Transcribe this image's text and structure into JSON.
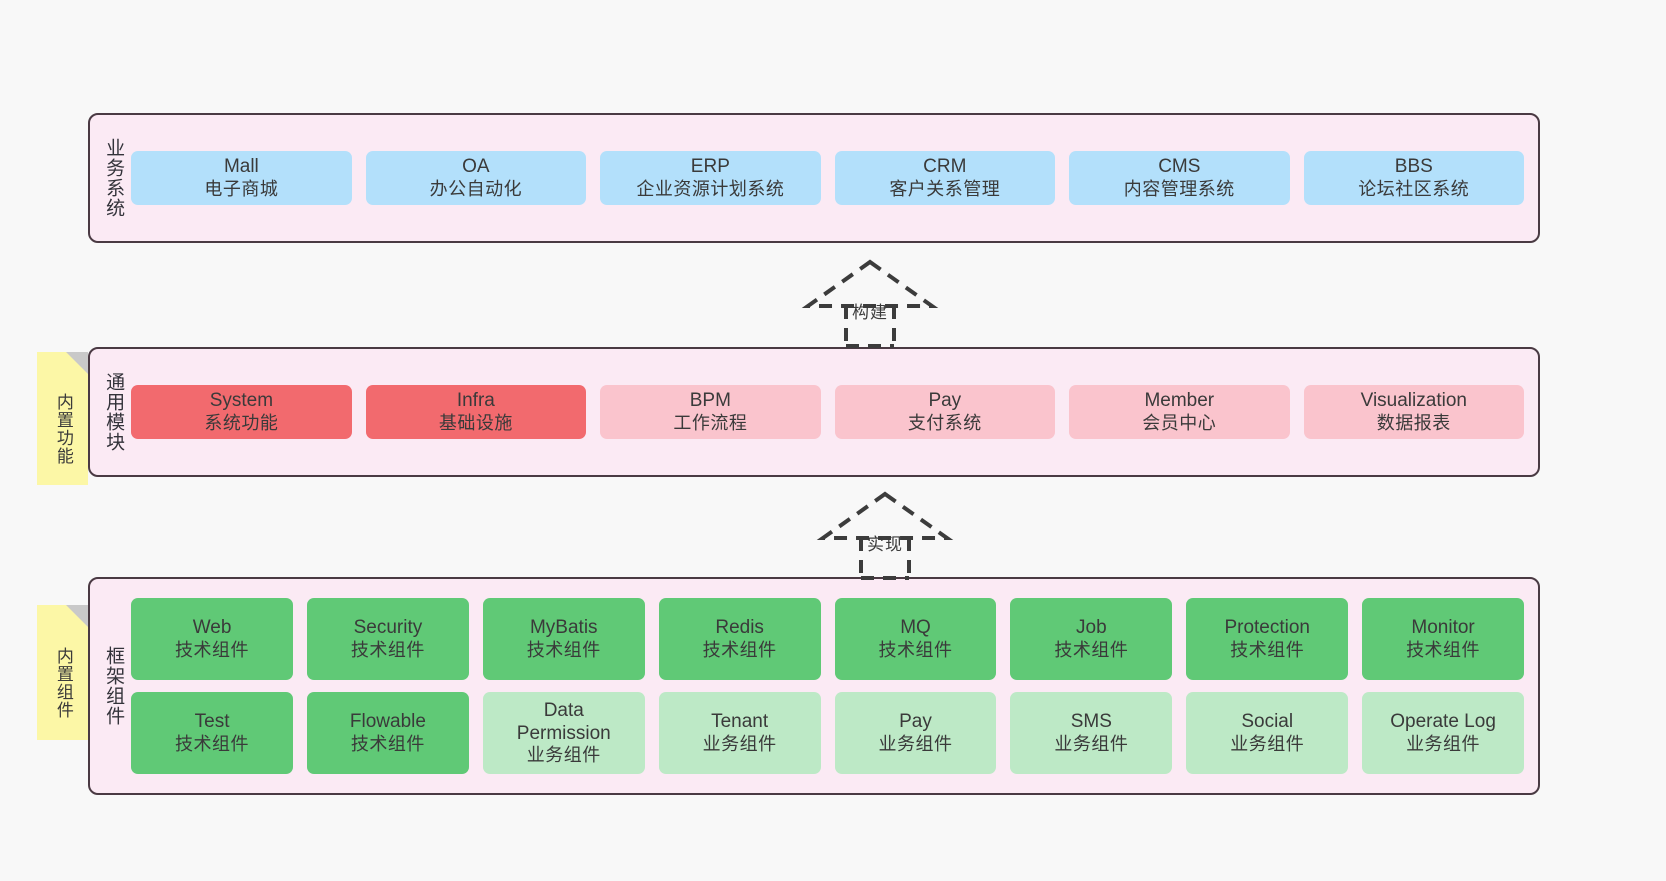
{
  "diagram": {
    "title": "",
    "background_color": "#f8f8f8",
    "layer_fill": "#fbeaf4",
    "layer_border": "#4a3a43",
    "sticky_fill": "#fcf7a6",
    "sticky_fold": "#c9c9c9"
  },
  "layers": [
    {
      "id": "business-systems",
      "caption": "业务系统",
      "rows": [
        {
          "nodes": [
            {
              "title": "Mall",
              "sub": "电子商城",
              "color": "#b3e0fb",
              "style": "n-blue"
            },
            {
              "title": "OA",
              "sub": "办公自动化",
              "color": "#b3e0fb",
              "style": "n-blue"
            },
            {
              "title": "ERP",
              "sub": "企业资源计划系统",
              "color": "#b3e0fb",
              "style": "n-blue"
            },
            {
              "title": "CRM",
              "sub": "客户关系管理",
              "color": "#b3e0fb",
              "style": "n-blue"
            },
            {
              "title": "CMS",
              "sub": "内容管理系统",
              "color": "#b3e0fb",
              "style": "n-blue"
            },
            {
              "title": "BBS",
              "sub": "论坛社区系统",
              "color": "#b3e0fb",
              "style": "n-blue"
            }
          ]
        }
      ]
    },
    {
      "id": "common-modules",
      "caption": "通用模块",
      "sticky": "内置功能",
      "rows": [
        {
          "nodes": [
            {
              "title": "System",
              "sub": "系统功能",
              "color": "#f26a6e",
              "style": "n-red"
            },
            {
              "title": "Infra",
              "sub": "基础设施",
              "color": "#f26a6e",
              "style": "n-red"
            },
            {
              "title": "BPM",
              "sub": "工作流程",
              "color": "#fac4cd",
              "style": "n-pink"
            },
            {
              "title": "Pay",
              "sub": "支付系统",
              "color": "#fac4cd",
              "style": "n-pink"
            },
            {
              "title": "Member",
              "sub": "会员中心",
              "color": "#fac4cd",
              "style": "n-pink"
            },
            {
              "title": "Visualization",
              "sub": "数据报表",
              "color": "#fac4cd",
              "style": "n-pink"
            }
          ]
        }
      ]
    },
    {
      "id": "framework-components",
      "caption": "框架组件",
      "sticky": "内置组件",
      "rows": [
        {
          "nodes": [
            {
              "title": "Web",
              "sub": "技术组件",
              "color": "#60c976",
              "style": "n-green"
            },
            {
              "title": "Security",
              "sub": "技术组件",
              "color": "#60c976",
              "style": "n-green"
            },
            {
              "title": "MyBatis",
              "sub": "技术组件",
              "color": "#60c976",
              "style": "n-green"
            },
            {
              "title": "Redis",
              "sub": "技术组件",
              "color": "#60c976",
              "style": "n-green"
            },
            {
              "title": "MQ",
              "sub": "技术组件",
              "color": "#60c976",
              "style": "n-green"
            },
            {
              "title": "Job",
              "sub": "技术组件",
              "color": "#60c976",
              "style": "n-green"
            },
            {
              "title": "Protection",
              "sub": "技术组件",
              "color": "#60c976",
              "style": "n-green"
            },
            {
              "title": "Monitor",
              "sub": "技术组件",
              "color": "#60c976",
              "style": "n-green"
            }
          ]
        },
        {
          "nodes": [
            {
              "title": "Test",
              "sub": "技术组件",
              "color": "#60c976",
              "style": "n-green"
            },
            {
              "title": "Flowable",
              "sub": "技术组件",
              "color": "#60c976",
              "style": "n-green"
            },
            {
              "title": "Data\nPermission",
              "sub": "业务组件",
              "color": "#bde9c6",
              "style": "n-lightgreen"
            },
            {
              "title": "Tenant",
              "sub": "业务组件",
              "color": "#bde9c6",
              "style": "n-lightgreen"
            },
            {
              "title": "Pay",
              "sub": "业务组件",
              "color": "#bde9c6",
              "style": "n-lightgreen"
            },
            {
              "title": "SMS",
              "sub": "业务组件",
              "color": "#bde9c6",
              "style": "n-lightgreen"
            },
            {
              "title": "Social",
              "sub": "业务组件",
              "color": "#bde9c6",
              "style": "n-lightgreen"
            },
            {
              "title": "Operate Log",
              "sub": "业务组件",
              "color": "#bde9c6",
              "style": "n-lightgreen"
            }
          ]
        }
      ]
    }
  ],
  "connectors": [
    {
      "id": "build",
      "label": "构建",
      "from": "common-modules",
      "to": "business-systems",
      "style": "dashed-generalization"
    },
    {
      "id": "implement",
      "label": "实现",
      "from": "framework-components",
      "to": "common-modules",
      "style": "dashed-generalization"
    }
  ]
}
